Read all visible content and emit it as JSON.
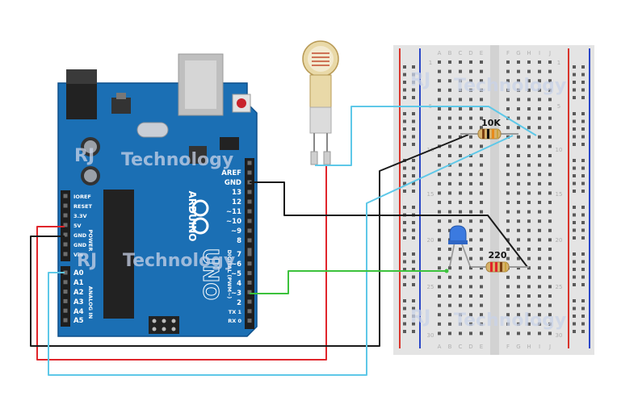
{
  "colors": {
    "board": "#1b6fb4",
    "board_dark": "#0d4f8a",
    "wire_red": "#e0252b",
    "wire_black": "#1a1a1a",
    "wire_cyan": "#5ec8e8",
    "wire_green": "#3cc23c",
    "breadboard": "#e4e4e4",
    "rail_red": "#d9342b",
    "rail_blue": "#2a47c8",
    "led_blue": "#3b7ae0"
  },
  "watermark": {
    "brand": "RJ",
    "word": "Technology"
  },
  "arduino": {
    "brand": "ARDUINO",
    "model": "UNO",
    "digital_header": "DIGITAL (PWM~)",
    "analog_header": "ANALOG IN",
    "power_header": "POWER",
    "digital_pins": [
      "AREF",
      "GND",
      "13",
      "12",
      "~11",
      "~10",
      "~9",
      "8",
      "7",
      "~6",
      "~5",
      "4",
      "~3",
      "2",
      "TX 1",
      "RX 0"
    ],
    "power_pins": [
      "IOREF",
      "RESET",
      "3.3V",
      "5V",
      "GND",
      "GND",
      "Vin"
    ],
    "analog_pins": [
      "A0",
      "A1",
      "A2",
      "A3",
      "A4",
      "A5"
    ]
  },
  "breadboard": {
    "column_letters_left": [
      "A",
      "B",
      "C",
      "D",
      "E"
    ],
    "column_letters_right": [
      "F",
      "G",
      "H",
      "I",
      "J"
    ],
    "row_numbers": [
      "1",
      "5",
      "10",
      "15",
      "20",
      "25",
      "30"
    ]
  },
  "components": {
    "resistor_top": {
      "label": "10K"
    },
    "resistor_bottom": {
      "label": "220"
    },
    "sensor": {
      "icon": "photoresistor-icon"
    },
    "led": {
      "icon": "led-icon"
    }
  }
}
